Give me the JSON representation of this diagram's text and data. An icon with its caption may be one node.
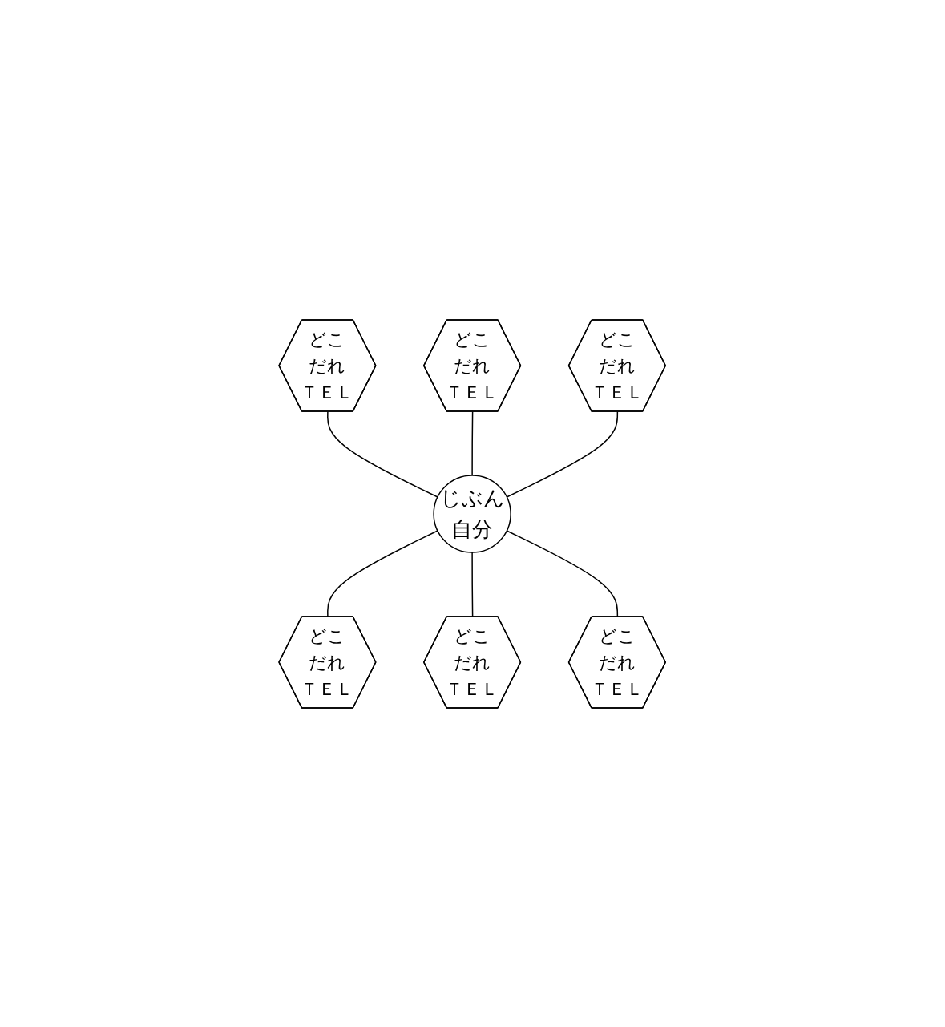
{
  "diagram": {
    "nodes": [
      {
        "text": [
          "どこ",
          "だれ",
          "ＴＥＬ"
        ]
      },
      {
        "text": [
          "どこ",
          "だれ",
          "ＴＥＬ"
        ]
      },
      {
        "text": [
          "どこ",
          "だれ",
          "ＴＥＬ"
        ]
      },
      {
        "text": [
          "じぶん",
          "自分"
        ]
      },
      {
        "text": [
          "どこ",
          "だれ",
          "ＴＥＬ"
        ]
      },
      {
        "text": [
          "どこ",
          "だれ",
          "ＴＥＬ"
        ]
      },
      {
        "text": [
          "どこ",
          "だれ",
          "ＴＥＬ"
        ]
      }
    ],
    "edges": [
      {
        "from": 0,
        "to": 3,
        "arrow": "none"
      },
      {
        "from": 1,
        "to": 3,
        "arrow": "none"
      },
      {
        "from": 2,
        "to": 3,
        "arrow": "none"
      },
      {
        "from": 3,
        "to": 4,
        "arrow": "none"
      },
      {
        "from": 3,
        "to": 5,
        "arrow": "none"
      },
      {
        "from": 3,
        "to": 6,
        "arrow": "none"
      }
    ]
  }
}
